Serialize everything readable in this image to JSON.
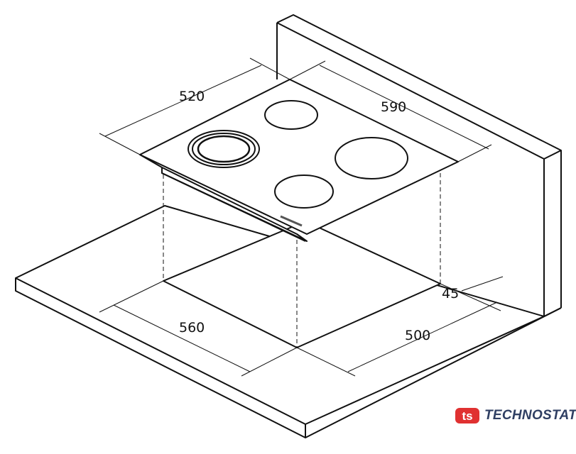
{
  "dimensions": {
    "hob_depth": "520",
    "hob_width": "590",
    "cutout_width": "560",
    "cutout_depth": "500",
    "wall_offset": "45"
  },
  "logo": {
    "text": "TECHNOSTATUS",
    "mark": "ts",
    "color": "#e03131",
    "text_color": "#2f3f63"
  }
}
